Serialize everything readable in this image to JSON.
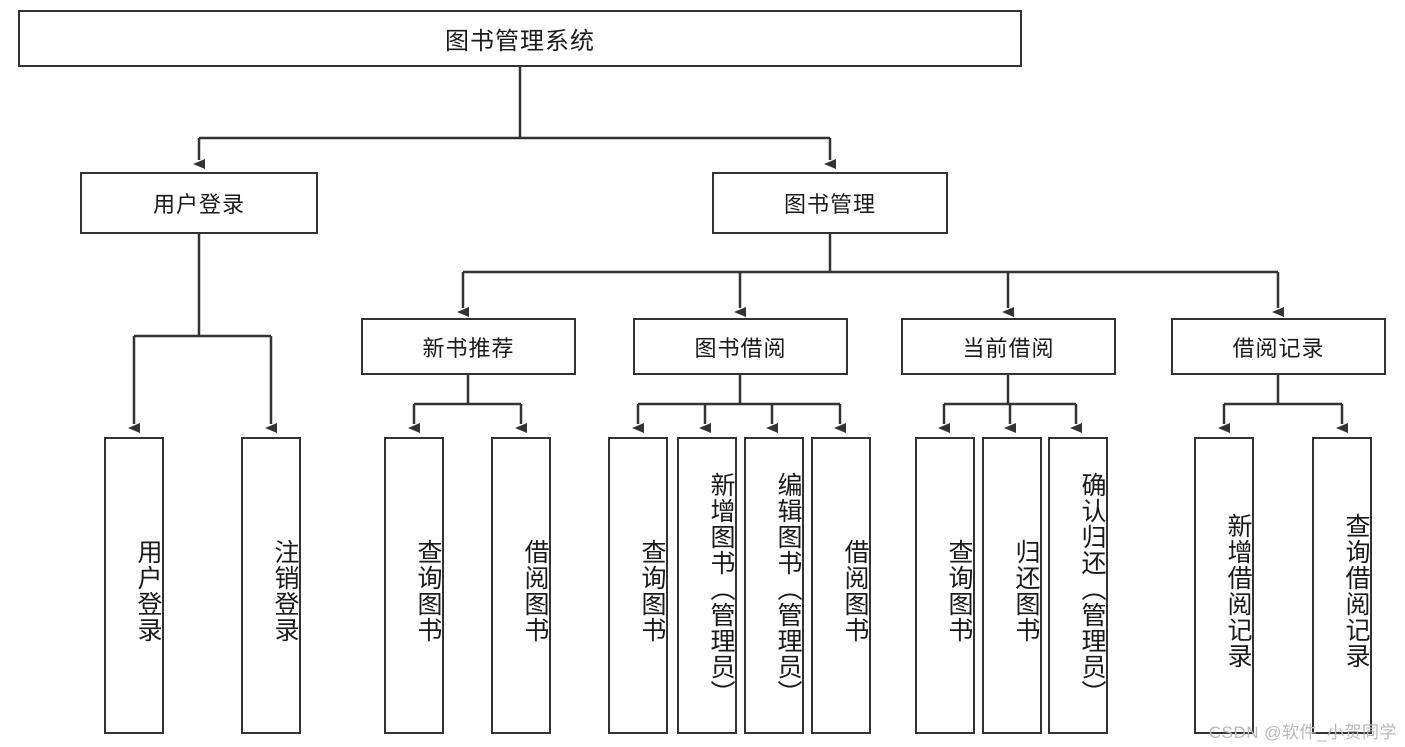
{
  "diagram": {
    "title": "图书管理系统",
    "type": "function-structure-tree",
    "colors": {
      "background": "#ffffff",
      "border": "#333333",
      "text": "#1a1a1a",
      "connector": "#333333",
      "watermark": "#b9b9b9"
    },
    "root": {
      "label": "图书管理系统"
    },
    "level1": [
      {
        "label": "用户登录"
      },
      {
        "label": "图书管理"
      }
    ],
    "level2": [
      {
        "label": "新书推荐"
      },
      {
        "label": "图书借阅"
      },
      {
        "label": "当前借阅"
      },
      {
        "label": "借阅记录"
      }
    ],
    "leaves": {
      "user_login": [
        {
          "label": "用户登录"
        },
        {
          "label": "注销登录"
        }
      ],
      "new_book_recommend": [
        {
          "label": "查询图书"
        },
        {
          "label": "借阅图书"
        }
      ],
      "book_borrow": [
        {
          "label": "查询图书"
        },
        {
          "label": "新增图书（管理员）"
        },
        {
          "label": "编辑图书（管理员）"
        },
        {
          "label": "借阅图书"
        }
      ],
      "current_borrow": [
        {
          "label": "查询图书"
        },
        {
          "label": "归还图书"
        },
        {
          "label": "确认归还（管理员）"
        }
      ],
      "borrow_record": [
        {
          "label": "新增借阅记录"
        },
        {
          "label": "查询借阅记录"
        }
      ]
    }
  },
  "watermark": {
    "text": "CSDN @软件_小贺同学"
  }
}
